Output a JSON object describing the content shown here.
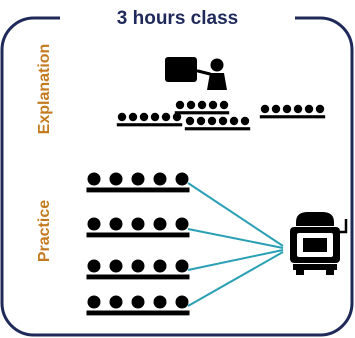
{
  "title": "3 hours class",
  "sections": {
    "explanation_label": "Explanation",
    "practice_label": "Practice"
  },
  "colors": {
    "border": "#1f2a5a",
    "title_text": "#1f2a5a",
    "label_text": "#c47a1e",
    "people": "#000000",
    "connector": "#2aa0b5"
  },
  "icons": {
    "teacher": "teacher-at-board-icon",
    "robot": "robot-icon",
    "person": "person-icon"
  }
}
